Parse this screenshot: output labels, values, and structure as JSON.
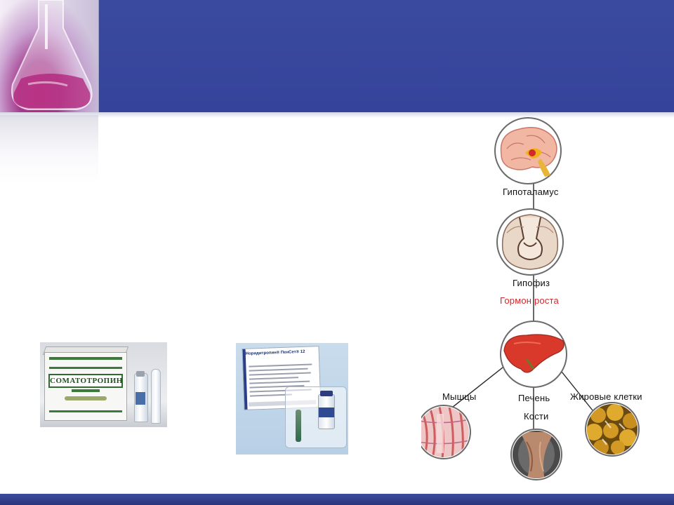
{
  "products": {
    "somatotropin": {
      "box_title": "СОМАТОТРОПИН"
    },
    "norditropin": {
      "card_title": "Норидитропин® ПенСет® 12"
    }
  },
  "diagram": {
    "nodes": {
      "hypothalamus": "Гипоталамус",
      "pituitary": "Гипофиз",
      "muscles": "Мышцы",
      "liver": "Печень",
      "bones": "Кости",
      "fat_cells": "Жировые клетки"
    },
    "hormone_label": "Гормон роста",
    "colors": {
      "hormone_label": "#d6262a",
      "connector": "#2a2a2a",
      "node_ring": "#6b6b6b"
    }
  },
  "theme": {
    "header_band": "#3a4a9e",
    "footer_band": "#2a367a",
    "background": "#ffffff"
  }
}
